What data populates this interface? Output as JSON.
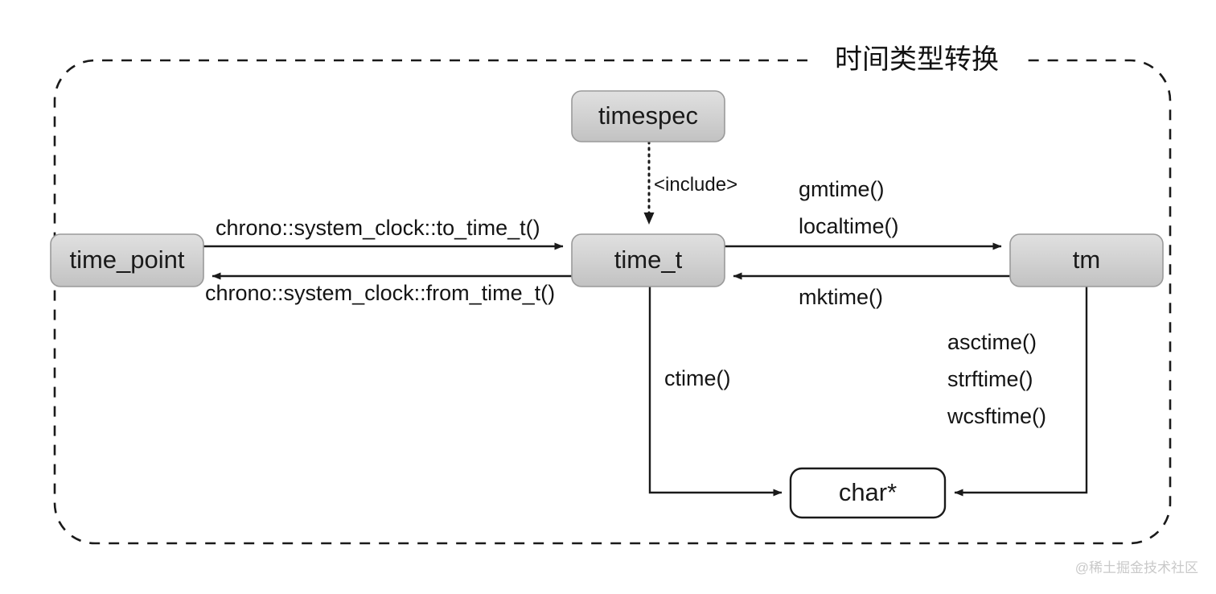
{
  "diagram": {
    "title": "时间类型转换",
    "watermark": "@稀土掘金技术社区",
    "nodes": [
      {
        "id": "timespec",
        "label": "timespec",
        "style": "gray"
      },
      {
        "id": "time_point",
        "label": "time_point",
        "style": "gray"
      },
      {
        "id": "time_t",
        "label": "time_t",
        "style": "gray"
      },
      {
        "id": "tm",
        "label": "tm",
        "style": "gray"
      },
      {
        "id": "charptr",
        "label": "char*",
        "style": "white"
      }
    ],
    "edges": [
      {
        "id": "e1",
        "from": "time_point",
        "to": "time_t",
        "label": "chrono::system_clock::to_time_t()",
        "style": "solid"
      },
      {
        "id": "e2",
        "from": "time_t",
        "to": "time_point",
        "label": "chrono::system_clock::from_time_t()",
        "style": "solid"
      },
      {
        "id": "e3",
        "from": "timespec",
        "to": "time_t",
        "label": "<include>",
        "style": "dotted"
      },
      {
        "id": "e4",
        "from": "time_t",
        "to": "tm",
        "label_line1": "gmtime()",
        "label_line2": "localtime()",
        "style": "solid"
      },
      {
        "id": "e5",
        "from": "tm",
        "to": "time_t",
        "label": "mktime()",
        "style": "solid"
      },
      {
        "id": "e6",
        "from": "time_t",
        "to": "charptr",
        "label": "ctime()",
        "style": "solid"
      },
      {
        "id": "e7",
        "from": "tm",
        "to": "charptr",
        "label_line1": "asctime()",
        "label_line2": "strftime()",
        "label_line3": "wcsftime()",
        "style": "solid"
      }
    ],
    "colors": {
      "node_fill_top": "#dcdcdc",
      "node_fill_bottom": "#c4c4c4",
      "node_stroke": "#9a9a9a",
      "line": "#1a1a1a",
      "background": "#ffffff",
      "watermark": "#c9c9c9"
    }
  }
}
